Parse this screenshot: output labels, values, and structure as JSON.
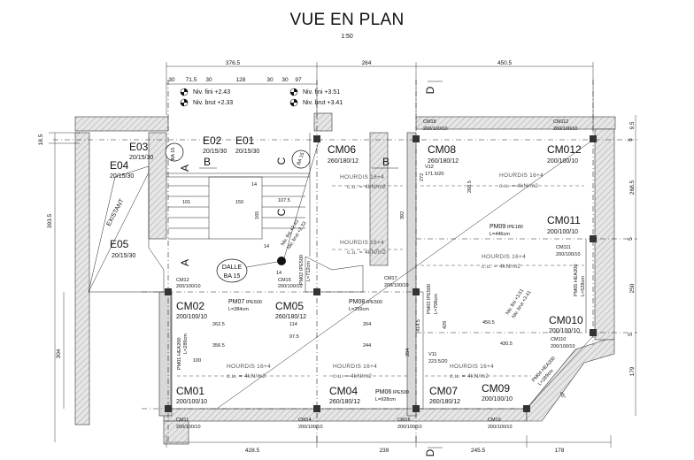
{
  "title": "VUE EN PLAN",
  "scale": "1:50",
  "top_dimensions": [
    "376.5",
    "264",
    "450.5"
  ],
  "sub_dimensions": [
    "30",
    "71.5",
    "30",
    "128",
    "30",
    "30",
    "97"
  ],
  "levels": [
    {
      "fini": "Niv. fini +2.43",
      "brut": "Niv. brut +2.33"
    },
    {
      "fini": "Niv. fini +3.51",
      "brut": "Niv. brut +3.41"
    }
  ],
  "left_dimensions": [
    "18.5",
    "393.5",
    "304"
  ],
  "right_dimensions": [
    "9.5",
    "5",
    "268.5",
    "5",
    "250",
    "5",
    "179"
  ],
  "bottom_dimensions": [
    "428.5",
    "239",
    "245.5",
    "178"
  ],
  "sections": [
    "A",
    "A",
    "B",
    "B",
    "C",
    "C",
    "D",
    "D"
  ],
  "stairs": [
    {
      "name": "E01",
      "spec": "20/15/30"
    },
    {
      "name": "E02",
      "spec": "20/15/30"
    },
    {
      "name": "E03",
      "spec": "20/15/30"
    },
    {
      "name": "E04",
      "spec": "20/15/30"
    },
    {
      "name": "E05",
      "spec": "20/15/30"
    }
  ],
  "columns": [
    {
      "name": "CM06",
      "spec": "260/180/12"
    },
    {
      "name": "CM08",
      "spec": "260/180/12"
    },
    {
      "name": "CM012",
      "spec": "200/100/10"
    },
    {
      "name": "CM011",
      "spec": "200/100/10"
    },
    {
      "name": "CM02",
      "spec": "200/100/10"
    },
    {
      "name": "CM05",
      "spec": "260/180/12"
    },
    {
      "name": "CM010",
      "spec": "200/100/10"
    },
    {
      "name": "CM01",
      "spec": "200/100/10"
    },
    {
      "name": "CM04",
      "spec": "260/180/12"
    },
    {
      "name": "CM07",
      "spec": "260/180/12"
    },
    {
      "name": "CM09",
      "spec": "200/100/10"
    }
  ],
  "small_columns": [
    {
      "name": "CM18",
      "spec": "200/100/10"
    },
    {
      "name": "CM112",
      "spec": "200/100/10"
    },
    {
      "name": "CM111",
      "spec": "200/100/10"
    },
    {
      "name": "CM110",
      "spec": "200/100/10"
    },
    {
      "name": "CM12",
      "spec": "200/100/10"
    },
    {
      "name": "CM15",
      "spec": "200/100/10"
    },
    {
      "name": "CM17",
      "spec": "200/100/10"
    },
    {
      "name": "CM11",
      "spec": "200/100/10"
    },
    {
      "name": "CM14",
      "spec": "200/100/10"
    },
    {
      "name": "CM16",
      "spec": "200/100/10"
    },
    {
      "name": "CM19",
      "spec": "200/100/10"
    }
  ],
  "beams": [
    {
      "name": "PM09",
      "profile": "IPE180",
      "length": "L=446cm"
    },
    {
      "name": "PM08",
      "profile": "IPE500",
      "length": "L=259cm"
    },
    {
      "name": "PM07",
      "profile": "IPE500",
      "length": "L=384cm"
    },
    {
      "name": "PM06",
      "profile": "IPE500",
      "length": "L=928cm"
    },
    {
      "name": "PM03",
      "profile": "IPE500",
      "length": "L=706cm"
    },
    {
      "name": "PM05",
      "profile": "HEA200",
      "length": "L=528cm"
    },
    {
      "name": "PM04",
      "profile": "HEA200",
      "length": "L=289cm"
    },
    {
      "name": "PM01",
      "profile": "HEA200",
      "length": "L=289cm"
    },
    {
      "name": "PM02",
      "profile": "IPE500",
      "length": "L=712cm"
    }
  ],
  "hourdis": "HOURDIS 16+4",
  "load": "c.u. = 4kN/m2",
  "existant": "EXISTANT",
  "dalle": [
    "DALLE",
    "BA 15"
  ],
  "ba15": "BA 15",
  "lintels": [
    "V12",
    "171.5/20",
    "V11",
    "223.5/20"
  ],
  "inner_dimensions": [
    "101",
    "150",
    "107.5",
    "165",
    "14",
    "14",
    "14",
    "262.5",
    "356.5",
    "114",
    "97.5",
    "264",
    "244",
    "100",
    "272",
    "268.5",
    "392",
    "414.5",
    "429",
    "450.5",
    "430.5",
    "284",
    "45°"
  ]
}
